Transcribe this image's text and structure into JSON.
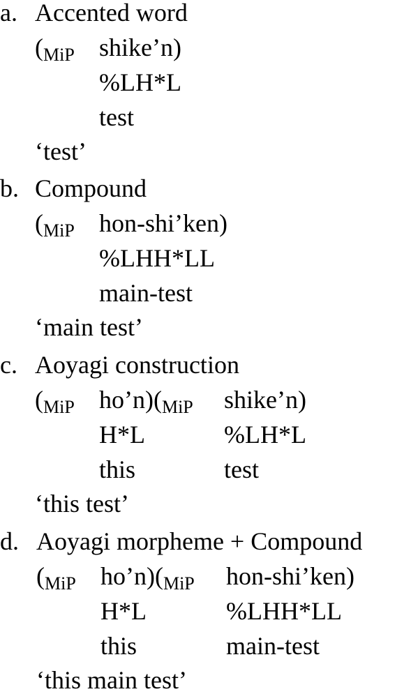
{
  "examples": [
    {
      "label": "a.",
      "heading": "Accented word",
      "bracket_open": "(",
      "bracket_sub": "MiP",
      "words": [
        {
          "form": "shike’n)",
          "tone": "%LH*L",
          "gloss": "test"
        }
      ],
      "translation": "‘test’"
    },
    {
      "label": "b.",
      "heading": "Compound",
      "bracket_open": "(",
      "bracket_sub": "MiP",
      "words": [
        {
          "form": "hon-shi’ken)",
          "tone": "%LHH*LL",
          "gloss": "main-test"
        }
      ],
      "translation": "‘main test’"
    },
    {
      "label": "c.",
      "heading": "Aoyagi construction",
      "bracket_open": "(",
      "bracket_sub": "MiP",
      "words": [
        {
          "form": "ho’n)(",
          "form_sub": "MiP",
          "tone": "H*L",
          "gloss": "this"
        },
        {
          "form": "shike’n)",
          "tone": "%LH*L",
          "gloss": "test"
        }
      ],
      "translation": "‘this test’"
    },
    {
      "label": "d.",
      "heading": "Aoyagi morpheme + Compound",
      "bracket_open": "(",
      "bracket_sub": "MiP",
      "words": [
        {
          "form": "ho’n)(",
          "form_sub": "MiP",
          "tone": "H*L",
          "gloss": "this"
        },
        {
          "form": "hon-shi’ken)",
          "tone": "%LHH*LL",
          "gloss": "main-test"
        }
      ],
      "translation": "‘this main test’"
    }
  ]
}
